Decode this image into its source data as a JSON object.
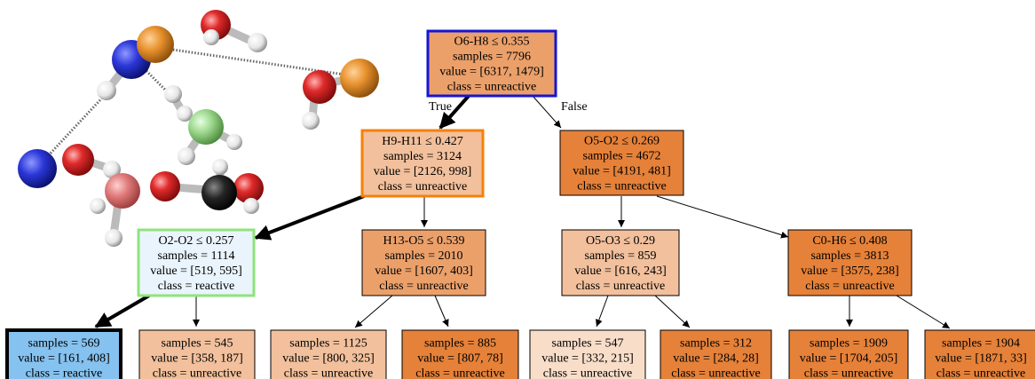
{
  "colors": {
    "light_orange": "#f2c09c",
    "mid_orange": "#eba06a",
    "dark_orange": "#e58139",
    "very_light_orange": "#f8ddc9",
    "light_blue_node": "#eaf4fc",
    "reactive_blue": "#86c2ef",
    "highlight_blue": "#1515d6",
    "highlight_orange": "#f5800a",
    "highlight_green": "#8fe37c",
    "highlight_black": "#000000"
  },
  "edge_labels": {
    "true_label": "True",
    "false_label": "False"
  },
  "tree": {
    "root": {
      "lines": [
        "O6-H8 ≤ 0.355",
        "samples = 7796",
        "value = [6317, 1479]",
        "class = unreactive"
      ]
    },
    "n_left": {
      "lines": [
        "H9-H11 ≤ 0.427",
        "samples = 3124",
        "value = [2126, 998]",
        "class = unreactive"
      ]
    },
    "n_right": {
      "lines": [
        "O5-O2 ≤ 0.269",
        "samples = 4672",
        "value = [4191, 481]",
        "class = unreactive"
      ]
    },
    "n_ll": {
      "lines": [
        "O2-O2 ≤ 0.257",
        "samples = 1114",
        "value = [519, 595]",
        "class = reactive"
      ]
    },
    "n_lr": {
      "lines": [
        "H13-O5 ≤ 0.539",
        "samples = 2010",
        "value = [1607, 403]",
        "class = unreactive"
      ]
    },
    "n_rl": {
      "lines": [
        "O5-O3 ≤ 0.29",
        "samples = 859",
        "value = [616, 243]",
        "class = unreactive"
      ]
    },
    "n_rr": {
      "lines": [
        "C0-H6 ≤ 0.408",
        "samples = 3813",
        "value = [3575, 238]",
        "class = unreactive"
      ]
    },
    "leaf1": {
      "lines": [
        "samples = 569",
        "value = [161, 408]",
        "class = reactive"
      ]
    },
    "leaf2": {
      "lines": [
        "samples = 545",
        "value = [358, 187]",
        "class = unreactive"
      ]
    },
    "leaf3": {
      "lines": [
        "samples = 1125",
        "value = [800, 325]",
        "class = unreactive"
      ]
    },
    "leaf4": {
      "lines": [
        "samples = 885",
        "value = [807, 78]",
        "class = unreactive"
      ]
    },
    "leaf5": {
      "lines": [
        "samples = 547",
        "value = [332, 215]",
        "class = unreactive"
      ]
    },
    "leaf6": {
      "lines": [
        "samples = 312",
        "value = [284, 28]",
        "class = unreactive"
      ]
    },
    "leaf7": {
      "lines": [
        "samples = 1909",
        "value = [1704, 205]",
        "class = unreactive"
      ]
    },
    "leaf8": {
      "lines": [
        "samples = 1904",
        "value = [1871, 33]",
        "class = unreactive"
      ]
    }
  },
  "molecule": {
    "atom_colors": {
      "oxygen": "#d9252a",
      "hydrogen": "#f2f2f2",
      "nitrogen": "#2e3bd6",
      "phosphorus": "#e8922e",
      "carbon": "#222222",
      "fluorine": "#9ed88f",
      "faded_oxygen": "#e07a7a"
    }
  }
}
